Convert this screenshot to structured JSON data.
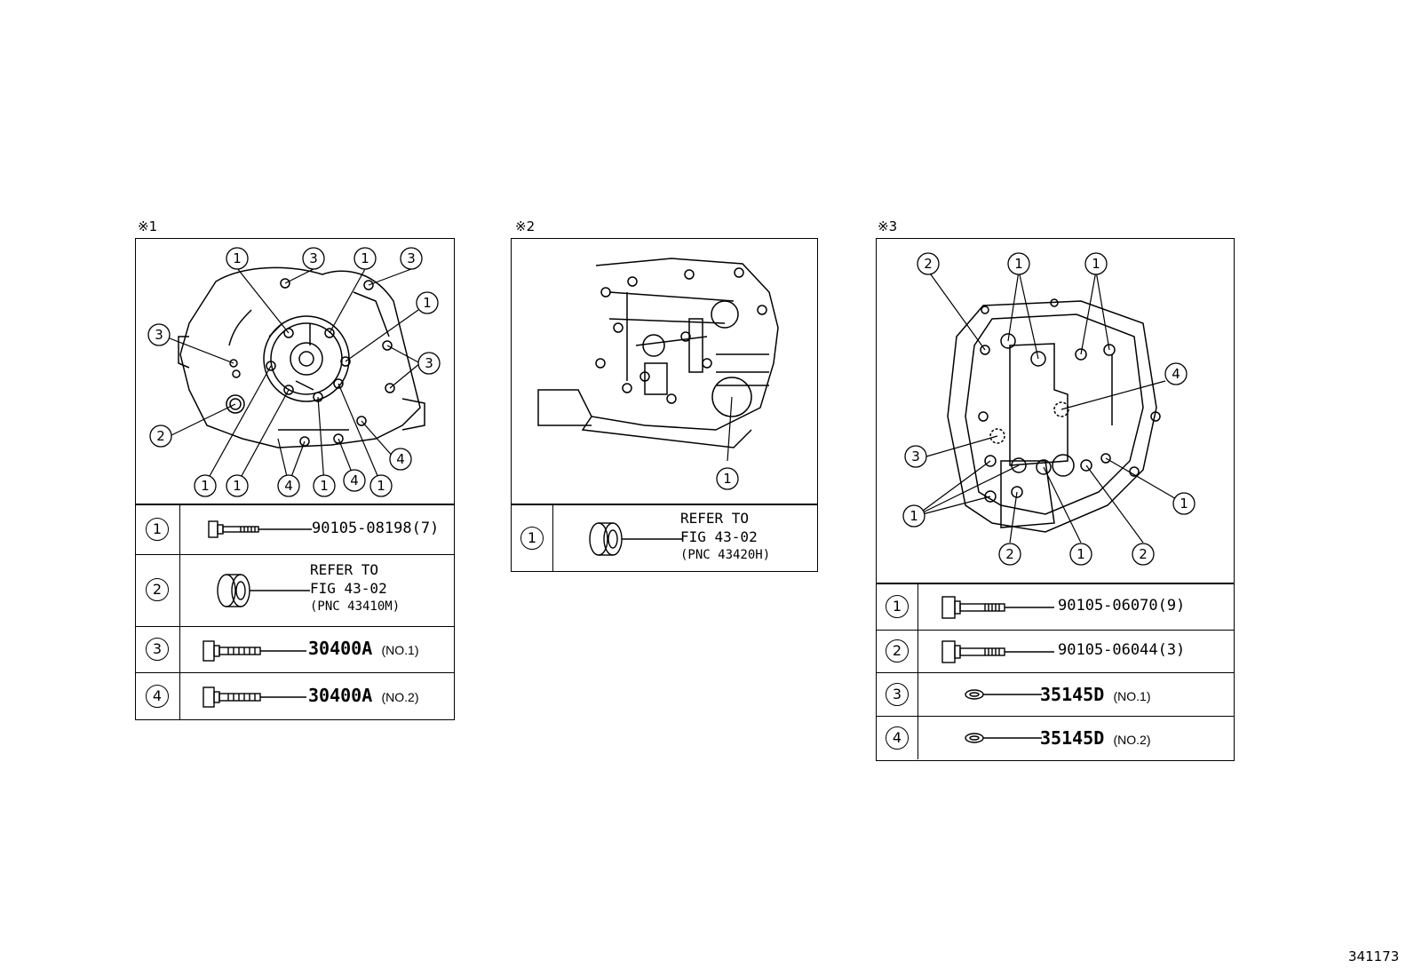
{
  "sections": [
    {
      "mark": "※1",
      "rows": [
        {
          "num": "1",
          "part": "90105-08198(7)"
        },
        {
          "num": "2",
          "refer": "REFER TO",
          "fig": "FIG 43-02",
          "pnc": "(PNC 43410M)"
        },
        {
          "num": "3",
          "part": "30400A",
          "note": "(NO.1)"
        },
        {
          "num": "4",
          "part": "30400A",
          "note": "(NO.2)"
        }
      ]
    },
    {
      "mark": "※2",
      "rows": [
        {
          "num": "1",
          "refer": "REFER TO",
          "fig": "FIG 43-02",
          "pnc": "(PNC 43420H)"
        }
      ]
    },
    {
      "mark": "※3",
      "rows": [
        {
          "num": "1",
          "part": "90105-06070(9)"
        },
        {
          "num": "2",
          "part": "90105-06044(3)"
        },
        {
          "num": "3",
          "part": "35145D",
          "note": "(NO.1)"
        },
        {
          "num": "4",
          "part": "35145D",
          "note": "(NO.2)"
        }
      ]
    }
  ],
  "callouts": {
    "s1": [
      "1",
      "3",
      "1",
      "3",
      "1",
      "3",
      "3",
      "2",
      "4",
      "1",
      "1",
      "4",
      "1",
      "4",
      "1"
    ],
    "s2": [
      "1"
    ],
    "s3": [
      "2",
      "1",
      "1",
      "4",
      "3",
      "1",
      "1",
      "2",
      "1",
      "2"
    ]
  },
  "figure_number": "341173"
}
